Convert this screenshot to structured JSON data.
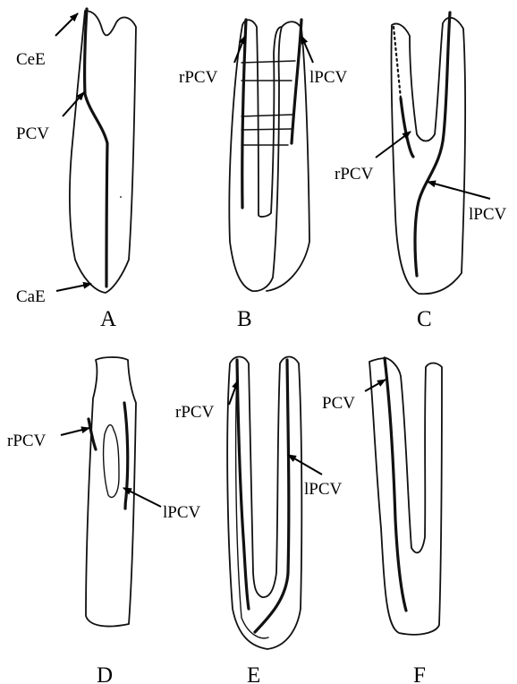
{
  "labels": {
    "ceE": "CeE",
    "pcv": "PCV",
    "caE": "CaE",
    "rpcv": "rPCV",
    "lpcv": "lPCV"
  },
  "panels": [
    "A",
    "B",
    "C",
    "D",
    "E",
    "F"
  ]
}
